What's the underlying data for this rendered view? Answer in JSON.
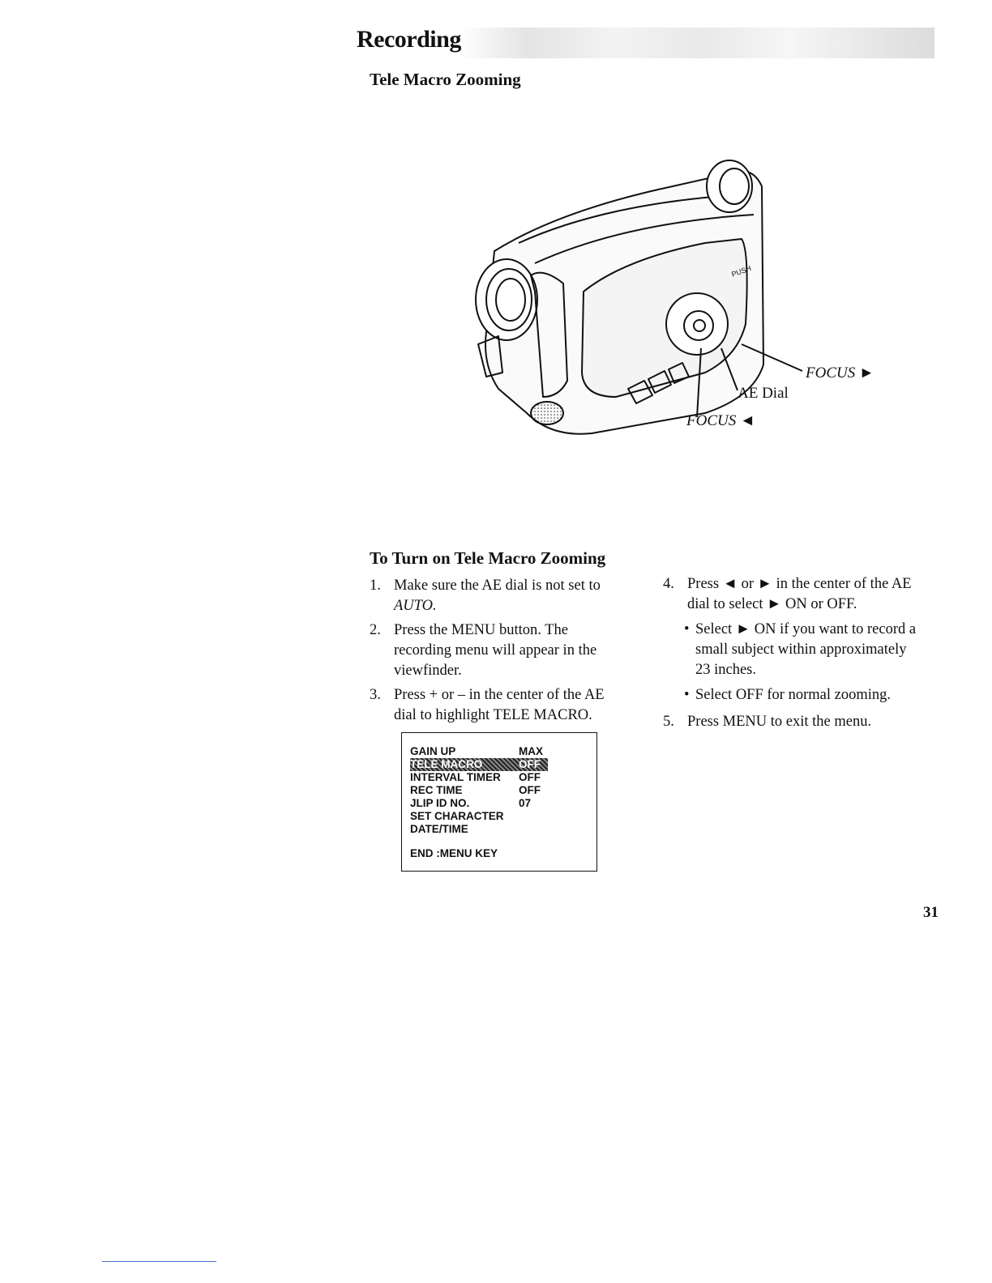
{
  "header": {
    "section_title": "Recording",
    "subtitle": "Tele Macro Zooming"
  },
  "illustration": {
    "callouts": {
      "focus_right": "FOCUS ►",
      "ae_dial": "AE Dial",
      "focus_left": "FOCUS ◄"
    }
  },
  "instructions": {
    "heading": "To Turn on Tele Macro Zooming",
    "steps": [
      {
        "num": "1.",
        "lines": [
          "Make sure the AE dial is not set to",
          "AUTO."
        ]
      },
      {
        "num": "2.",
        "lines": [
          "Press the MENU button. The",
          "recording menu will appear in the",
          "viewfinder."
        ]
      },
      {
        "num": "3.",
        "lines": [
          "Press + or – in the center of the AE",
          "dial to highlight TELE MACRO."
        ]
      },
      {
        "num": "4.",
        "lines": [
          "Press ◄ or ► in the center of the AE",
          "dial to select ► ON or OFF."
        ]
      },
      {
        "num": "5.",
        "lines": [
          "Press MENU to exit the menu."
        ]
      }
    ],
    "bullets": [
      {
        "lines": [
          "Select ► ON if you want to record a",
          "small subject within approximately",
          "23 inches."
        ]
      },
      {
        "lines": [
          "Select OFF for normal zooming."
        ]
      }
    ]
  },
  "menu_screen": {
    "rows": [
      {
        "label": "GAIN UP",
        "value": "MAX"
      },
      {
        "label": "TELE MACRO",
        "value": "OFF"
      },
      {
        "label": "INTERVAL TIMER",
        "value": "OFF"
      },
      {
        "label": "REC TIME",
        "value": "OFF"
      },
      {
        "label": "JLIP ID NO.",
        "value": "07"
      },
      {
        "label": "SET CHARACTER",
        "value": ""
      },
      {
        "label": "DATE/TIME",
        "value": ""
      }
    ],
    "footer": "END :MENU KEY"
  },
  "page_number": "31"
}
